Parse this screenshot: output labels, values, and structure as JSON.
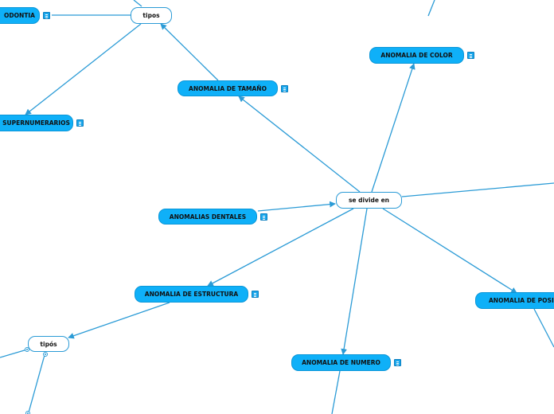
{
  "nodes": {
    "center": "se divide en",
    "tipos_top": "tipos",
    "tipos_bottom": "tipós",
    "anodontia": "ODONTIA",
    "supernumerarios": "SUPERNUMERARIOS",
    "anomalia_tamano": "ANOMALIA DE TAMAÑO",
    "anomalia_color": "ANOMALIA DE COLOR",
    "anomalias_dentales": "ANOMALIAS DENTALES",
    "anomalia_estructura": "ANOMALIA DE ESTRUCTURA",
    "anomalia_numero": "ANOMALIA DE NUMERO",
    "anomalia_posicion": "ANOMALIA DE POSICI"
  },
  "icons": {
    "note": "note-icon",
    "collapse": "collapse-toggle-icon"
  },
  "colors": {
    "node_fill": "#0fb0f8",
    "line": "#2b9bd6",
    "note_icon": "#1aa7ec"
  }
}
